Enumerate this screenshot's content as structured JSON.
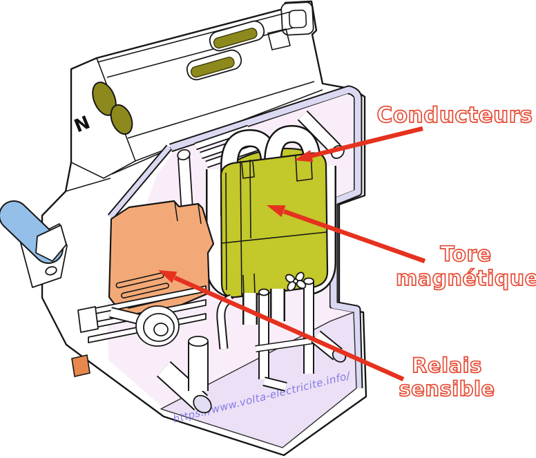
{
  "labels": {
    "conducteurs": "Conducteurs",
    "tore_line1": "Tore",
    "tore_line2": "magnétique",
    "relais_line1": "Relais",
    "relais_line2": "sensible"
  },
  "device": {
    "neutral_marking": "N"
  },
  "watermark": "https://www.volta-electricite.info/",
  "colors": {
    "arrow_red": "#e5321f",
    "label_red": "#e64a33",
    "core_green": "#c3c82b",
    "terminal_olive": "#8d891d",
    "relay_orange": "#f3a977",
    "clip_orange": "#e8874b",
    "lever_blue": "#93bfe9",
    "interior_pink": "#f8edf8",
    "floor_lavender": "#ebe0f5",
    "trim_lavender": "#dbd8f2",
    "cap_lavender": "#e3ddf3",
    "outline_black": "#161616",
    "watermark_purple": "#7a6ce4"
  }
}
